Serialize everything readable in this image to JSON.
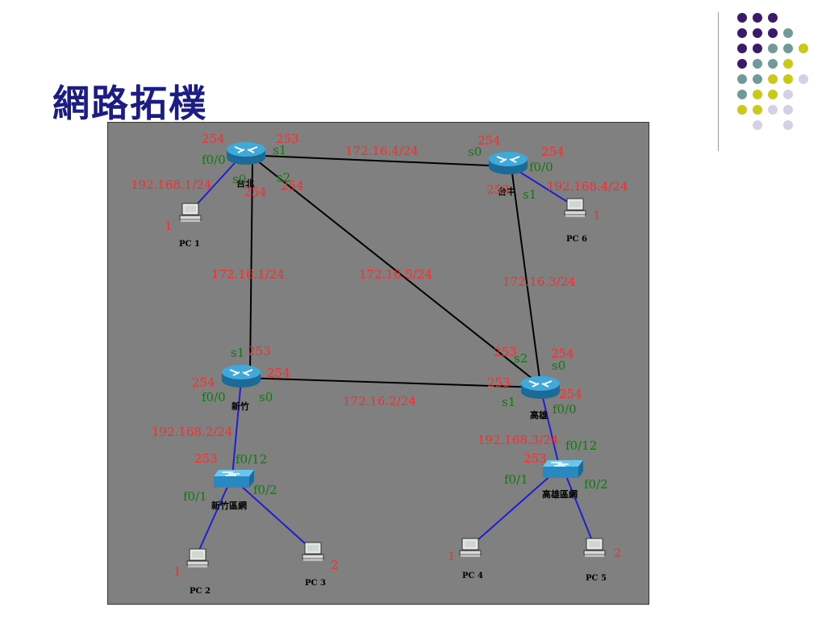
{
  "title": "網路拓樸",
  "palette": {
    "purple": "#3a1a6a",
    "teal": "#6f9a98",
    "yellow": "#c9c918",
    "lavender": "#d4d0e6",
    "link_black": "#000000",
    "link_blue": "#1f1fd0",
    "label_red": "#ff2a2a",
    "label_green": "#0e7a0e"
  },
  "devices": {
    "router_taipei": "台北",
    "router_taichung": "台中",
    "router_hsinchu": "新竹",
    "router_kaohsiung": "高雄",
    "switch_hsinchu": "新竹區網",
    "switch_kaohsiung": "高雄區網",
    "pc1": "PC 1",
    "pc2": "PC 2",
    "pc3": "PC 3",
    "pc4": "PC 4",
    "pc5": "PC 5",
    "pc6": "PC 6"
  },
  "networks": {
    "n1": "172.16.1/24",
    "n2": "172.16.2/24",
    "n3": "172.16.3/24",
    "n4": "172.16.4/24",
    "n5": "172.16.5/24",
    "lan1": "192.168.1/24",
    "lan2": "192.168.2/24",
    "lan3": "192.168.3/24",
    "lan4": "192.168.4/24"
  },
  "interfaces": {
    "s0": "s0",
    "s1": "s1",
    "s2": "s2",
    "f00": "f0/0",
    "f01": "f0/1",
    "f02": "f0/2",
    "f012": "f0/12"
  },
  "hosts": {
    "h254": "254",
    "h253": "253",
    "h1": "1",
    "h2": "2"
  }
}
